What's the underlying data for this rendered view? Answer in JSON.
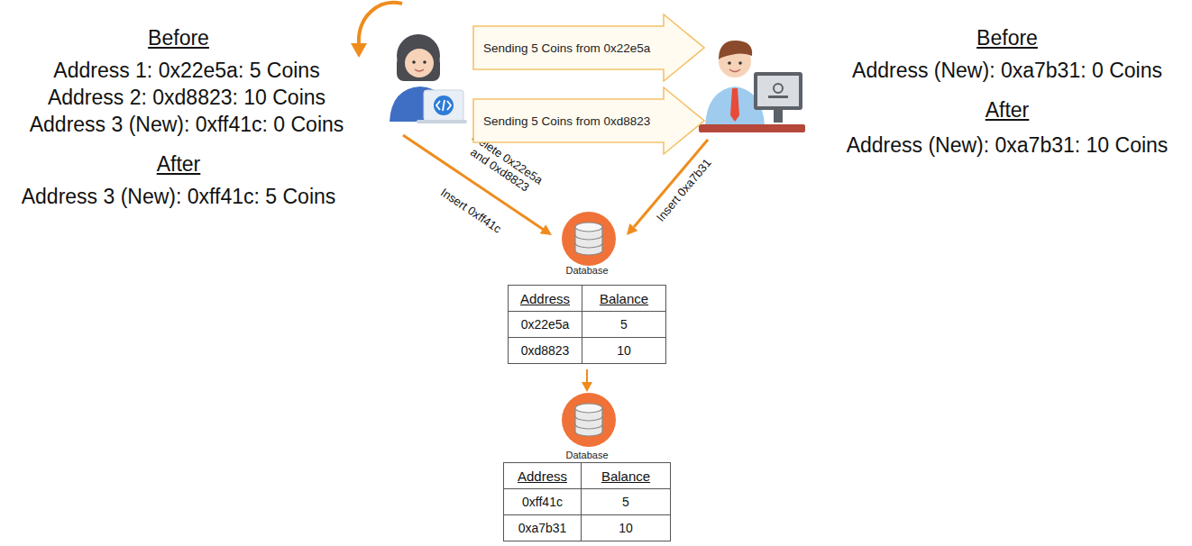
{
  "diagram": {
    "nodes": [
      {
        "text": [
          "Sending 5 Coins from 0x22e5a"
        ]
      },
      {
        "text": [
          "Sending 5 Coins from 0xd8823"
        ]
      },
      {
        "text": [
          "Database"
        ]
      },
      {
        "text": [
          "Database"
        ]
      }
    ],
    "edges": [
      {
        "from": 2,
        "to": 3,
        "arrow": "to"
      }
    ],
    "labels": [
      "Before",
      "Address 1: 0x22e5a: 5 Coins",
      "Address 2: 0xd8823: 10 Coins",
      "Address 3 (New): 0xff41c: 0 Coins",
      "After",
      "Address 3 (New): 0xff41c: 5 Coins",
      "Before",
      "Address (New): 0xa7b31: 0 Coins",
      "After",
      "Address (New): 0xa7b31: 10 Coins",
      "Delete 0x22e5a and 0xd8823",
      "Insert 0xff41c",
      "Insert 0xa7b31",
      "Address",
      "Balance",
      "0x22e5a",
      "5",
      "0xd8823",
      "10",
      "Address",
      "Balance",
      "0xff41c",
      "5",
      "0xa7b31",
      "10"
    ]
  }
}
